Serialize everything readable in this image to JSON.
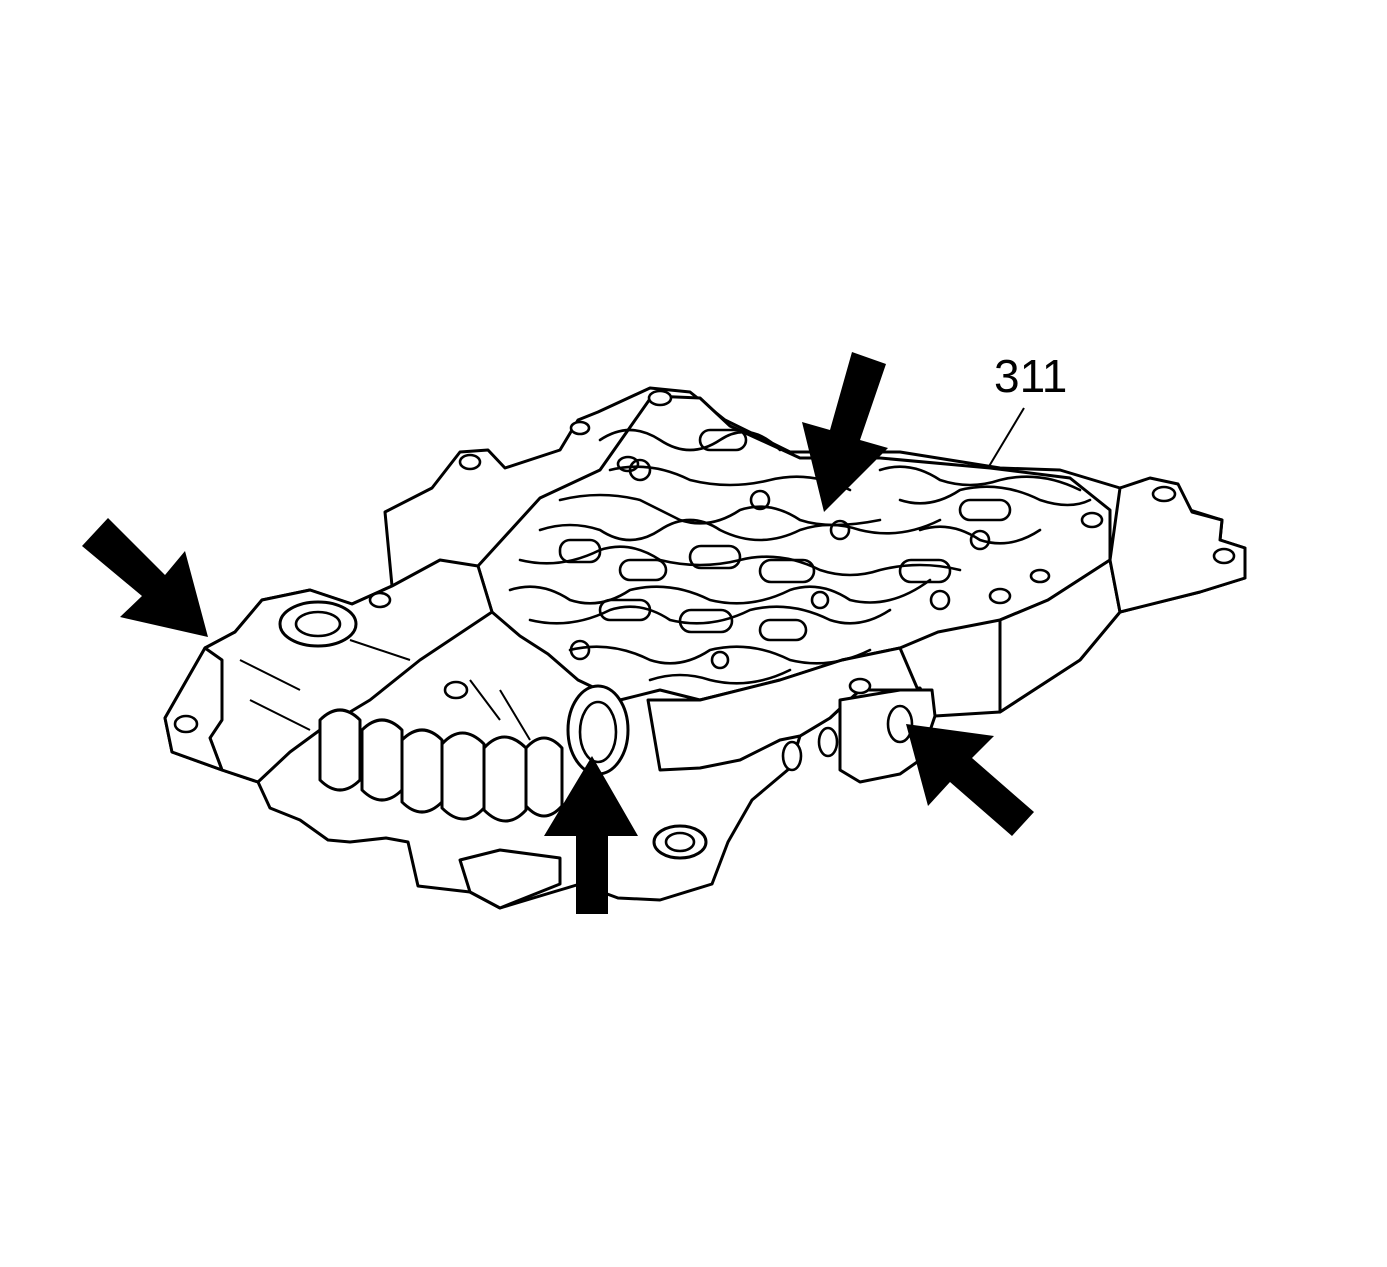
{
  "callout": {
    "label": "311"
  },
  "colors": {
    "line": "#000000",
    "background": "#ffffff",
    "arrow_fill": "#000000"
  },
  "arrows": [
    {
      "name": "arrow-upper-left",
      "points_to": "end-plug-left"
    },
    {
      "name": "arrow-top-center",
      "points_to": "upper-valve-body-surface"
    },
    {
      "name": "arrow-bottom-center",
      "points_to": "valve-bore-front"
    },
    {
      "name": "arrow-lower-right",
      "points_to": "end-plug-right"
    }
  ]
}
